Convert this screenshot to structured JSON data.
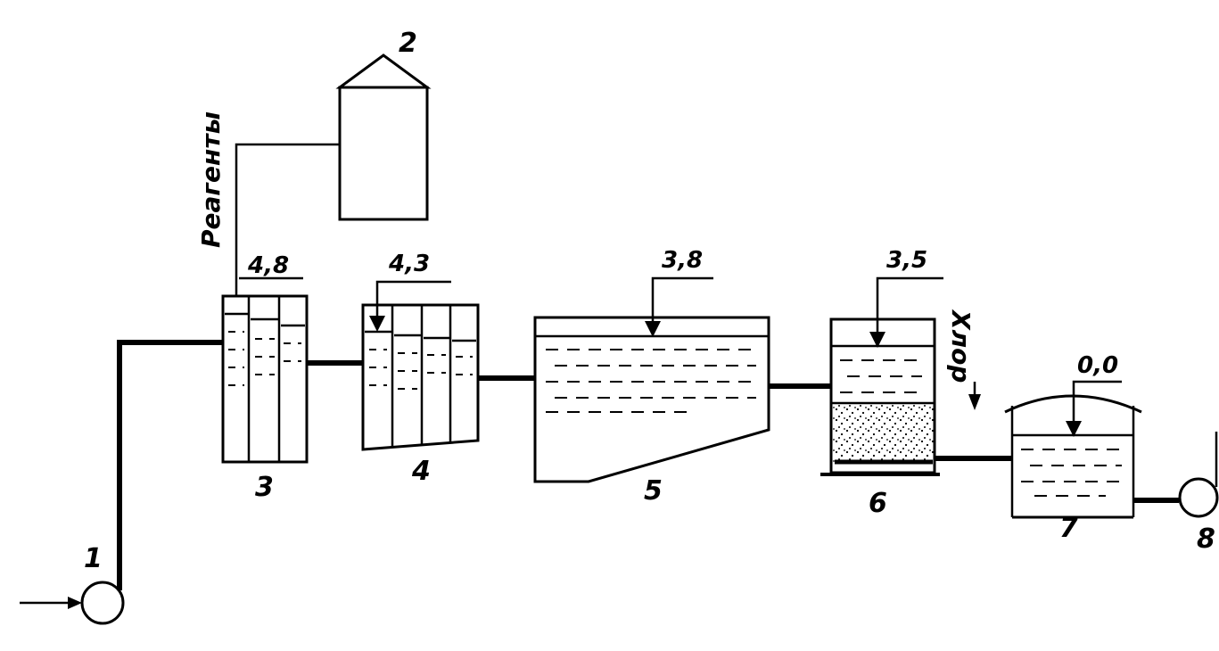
{
  "labels": {
    "n1": "1",
    "n2": "2",
    "n3": "3",
    "n4": "4",
    "n5": "5",
    "n6": "6",
    "n7": "7",
    "n8": "8"
  },
  "levels": {
    "l3": "4,8",
    "l4": "4,3",
    "l5": "3,8",
    "l6": "3,5",
    "l7": "0,0"
  },
  "text": {
    "reagents": "Реагенты",
    "chlorine": "Хлор"
  }
}
